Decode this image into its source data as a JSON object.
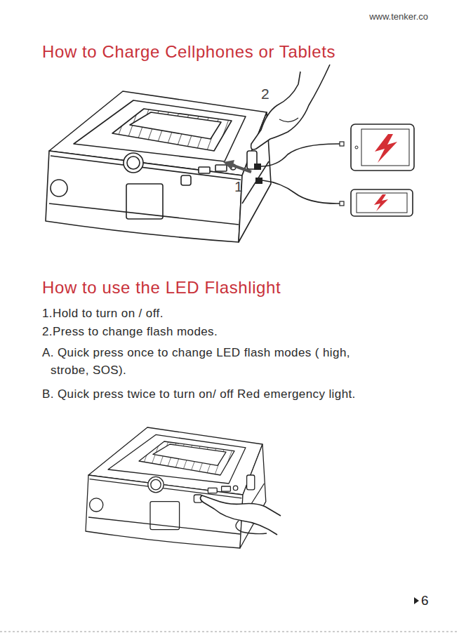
{
  "diagram": {
    "title": "How to Charge Cellphones or Tablets",
    "labels": [
      "www.tenker.co",
      "2",
      "1",
      "How to use the LED Flashlight",
      "1.Hold to turn on / off.",
      "2.Press to change flash modes.",
      "A. Quick press once to change LED flash modes ( high, strobe, SOS).",
      "B. Quick press twice to turn on/ off Red emergency light.",
      "6"
    ]
  }
}
